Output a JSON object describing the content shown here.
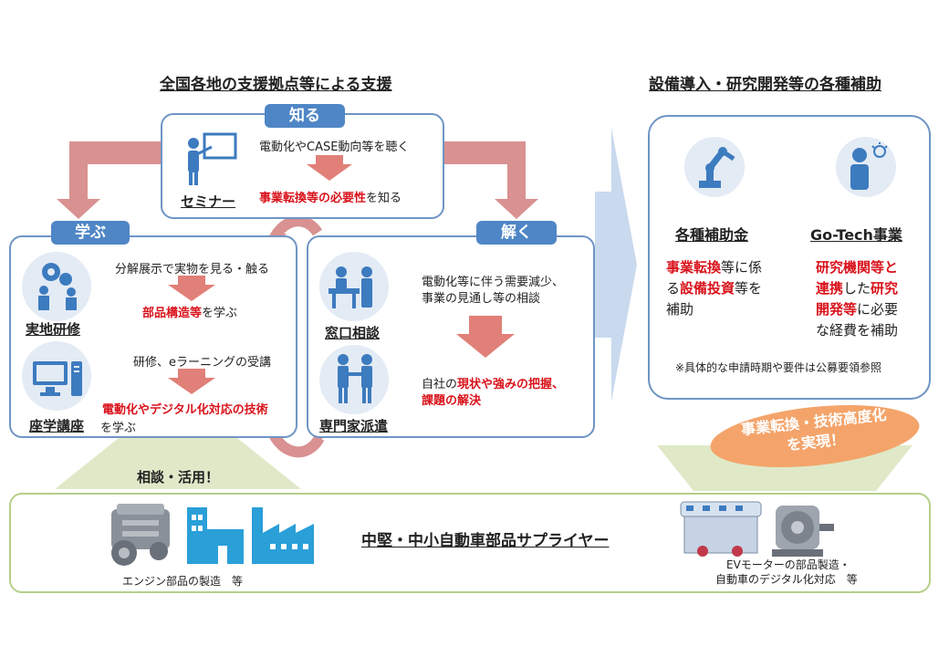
{
  "left_title": "全国各地の支援拠点等による支援",
  "right_title": "設備導入・研究開発等の各種補助",
  "shiru": {
    "tag": "知る",
    "seminar_label": "セミナー",
    "line1": "電動化やCASE動向等を聴く",
    "line2_red": "事業転換等の必要性",
    "line2_rest": "を知る"
  },
  "manabu": {
    "tag": "学ぶ",
    "jicchi_label": "実地研修",
    "jicchi_line1": "分解展示で実物を見る・触る",
    "jicchi_line2_red": "部品構造等",
    "jicchi_line2_rest": "を学ぶ",
    "zagaku_label": "座学講座",
    "zagaku_line1": "研修、eラーニングの受講",
    "zagaku_line2_red": "電動化やデジタル化対応の技術",
    "zagaku_line2_rest": "を学ぶ"
  },
  "toku": {
    "tag": "解く",
    "madoguchi_label": "窓口相談",
    "madoguchi_line1": "電動化等に伴う需要減少、",
    "madoguchi_line2": "事業の見通し等の相談",
    "senmonka_label": "専門家派遣",
    "senmonka_line1_a": "自社の",
    "senmonka_line1_red": "現状や強みの把握、",
    "senmonka_line2_red": "課題の解決"
  },
  "hojo": {
    "kakushu_title": "各種補助金",
    "kakushu_l1_red": "事業転換",
    "kakushu_l1_rest": "等に係",
    "kakushu_l2_a": "る",
    "kakushu_l2_red": "設備投資",
    "kakushu_l2_rest": "等を",
    "kakushu_l3": "補助",
    "gotech_title": "Go-Tech事業",
    "gotech_l1_red": "研究機関等と",
    "gotech_l2_red": "連携",
    "gotech_l2_mid": "した",
    "gotech_l2_red2": "研究",
    "gotech_l3_red": "開発等",
    "gotech_l3_rest": "に必要",
    "gotech_l4": "な経費を補助",
    "note": "※具体的な申請時期や要件は公募要領参照"
  },
  "oval": {
    "line1": "事業転換・技術高度化",
    "line2": "を実現！"
  },
  "consult": "相談・活用！",
  "bottom": {
    "title": "中堅・中小自動車部品サプライヤー",
    "left_caption": "エンジン部品の製造　等",
    "right_caption_1": "EVモーターの部品製造・",
    "right_caption_2": "自動車のデジタル化対応　等"
  },
  "colors": {
    "blue_tag": "#4f86c6",
    "box_border": "#6f95c4",
    "arrow_pink": "#d99191",
    "arrow_salmon": "#e08078",
    "icon_blue": "#3d7bbf",
    "red_text": "#d9121b",
    "big_arrow": "#c9d9ee",
    "bottom_border": "#b5cf8a",
    "oval": "#f4a46a"
  }
}
